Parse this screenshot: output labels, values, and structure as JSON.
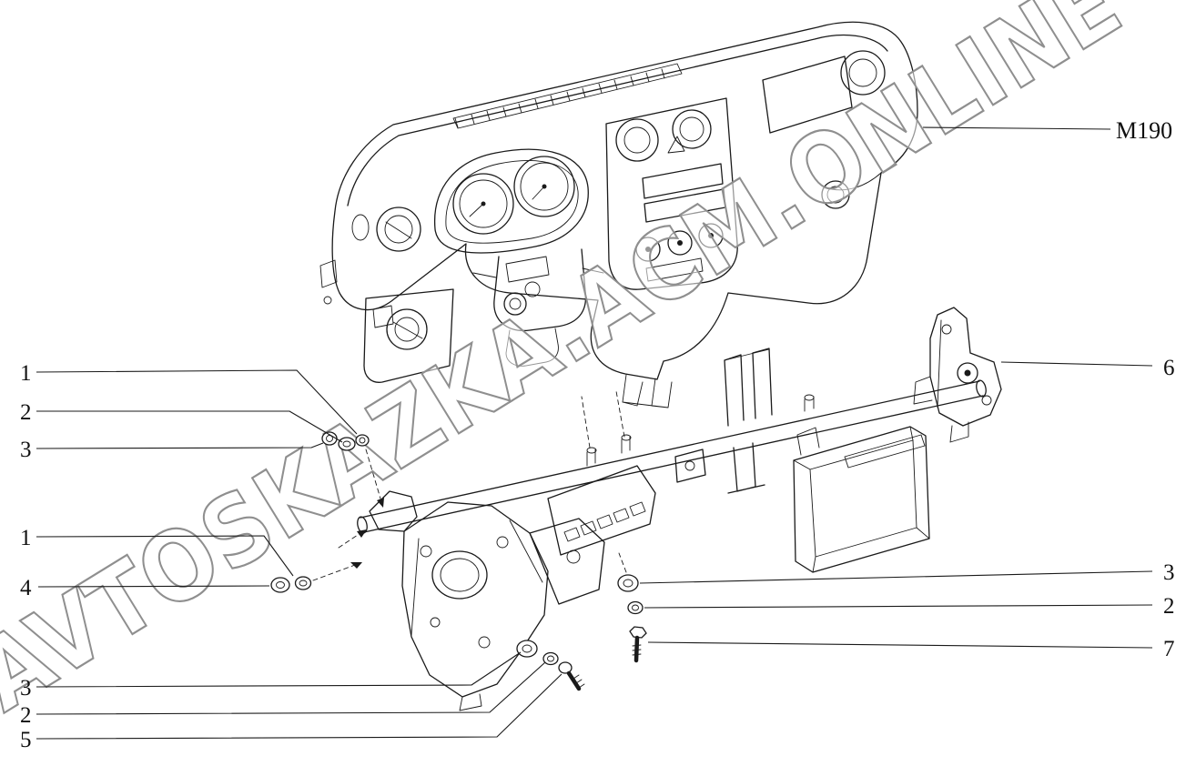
{
  "meta": {
    "background_color": "#ffffff",
    "line_color": "#1a1a1a",
    "watermark_color": "#8f8f8f",
    "description": "Exploded parts diagram: instrument panel (dashboard) and cross-member reinforcement beam with fasteners"
  },
  "watermark": {
    "text": "AVTOSKAZKA.ACM.ONLINE"
  },
  "part_label": {
    "text": "M190"
  },
  "callouts": {
    "left": [
      {
        "label": "1"
      },
      {
        "label": "2"
      },
      {
        "label": "3"
      },
      {
        "label": "1"
      },
      {
        "label": "4"
      },
      {
        "label": "3"
      },
      {
        "label": "2"
      },
      {
        "label": "5"
      }
    ],
    "right": [
      {
        "label": "6"
      },
      {
        "label": "3"
      },
      {
        "label": "2"
      },
      {
        "label": "7"
      }
    ]
  }
}
